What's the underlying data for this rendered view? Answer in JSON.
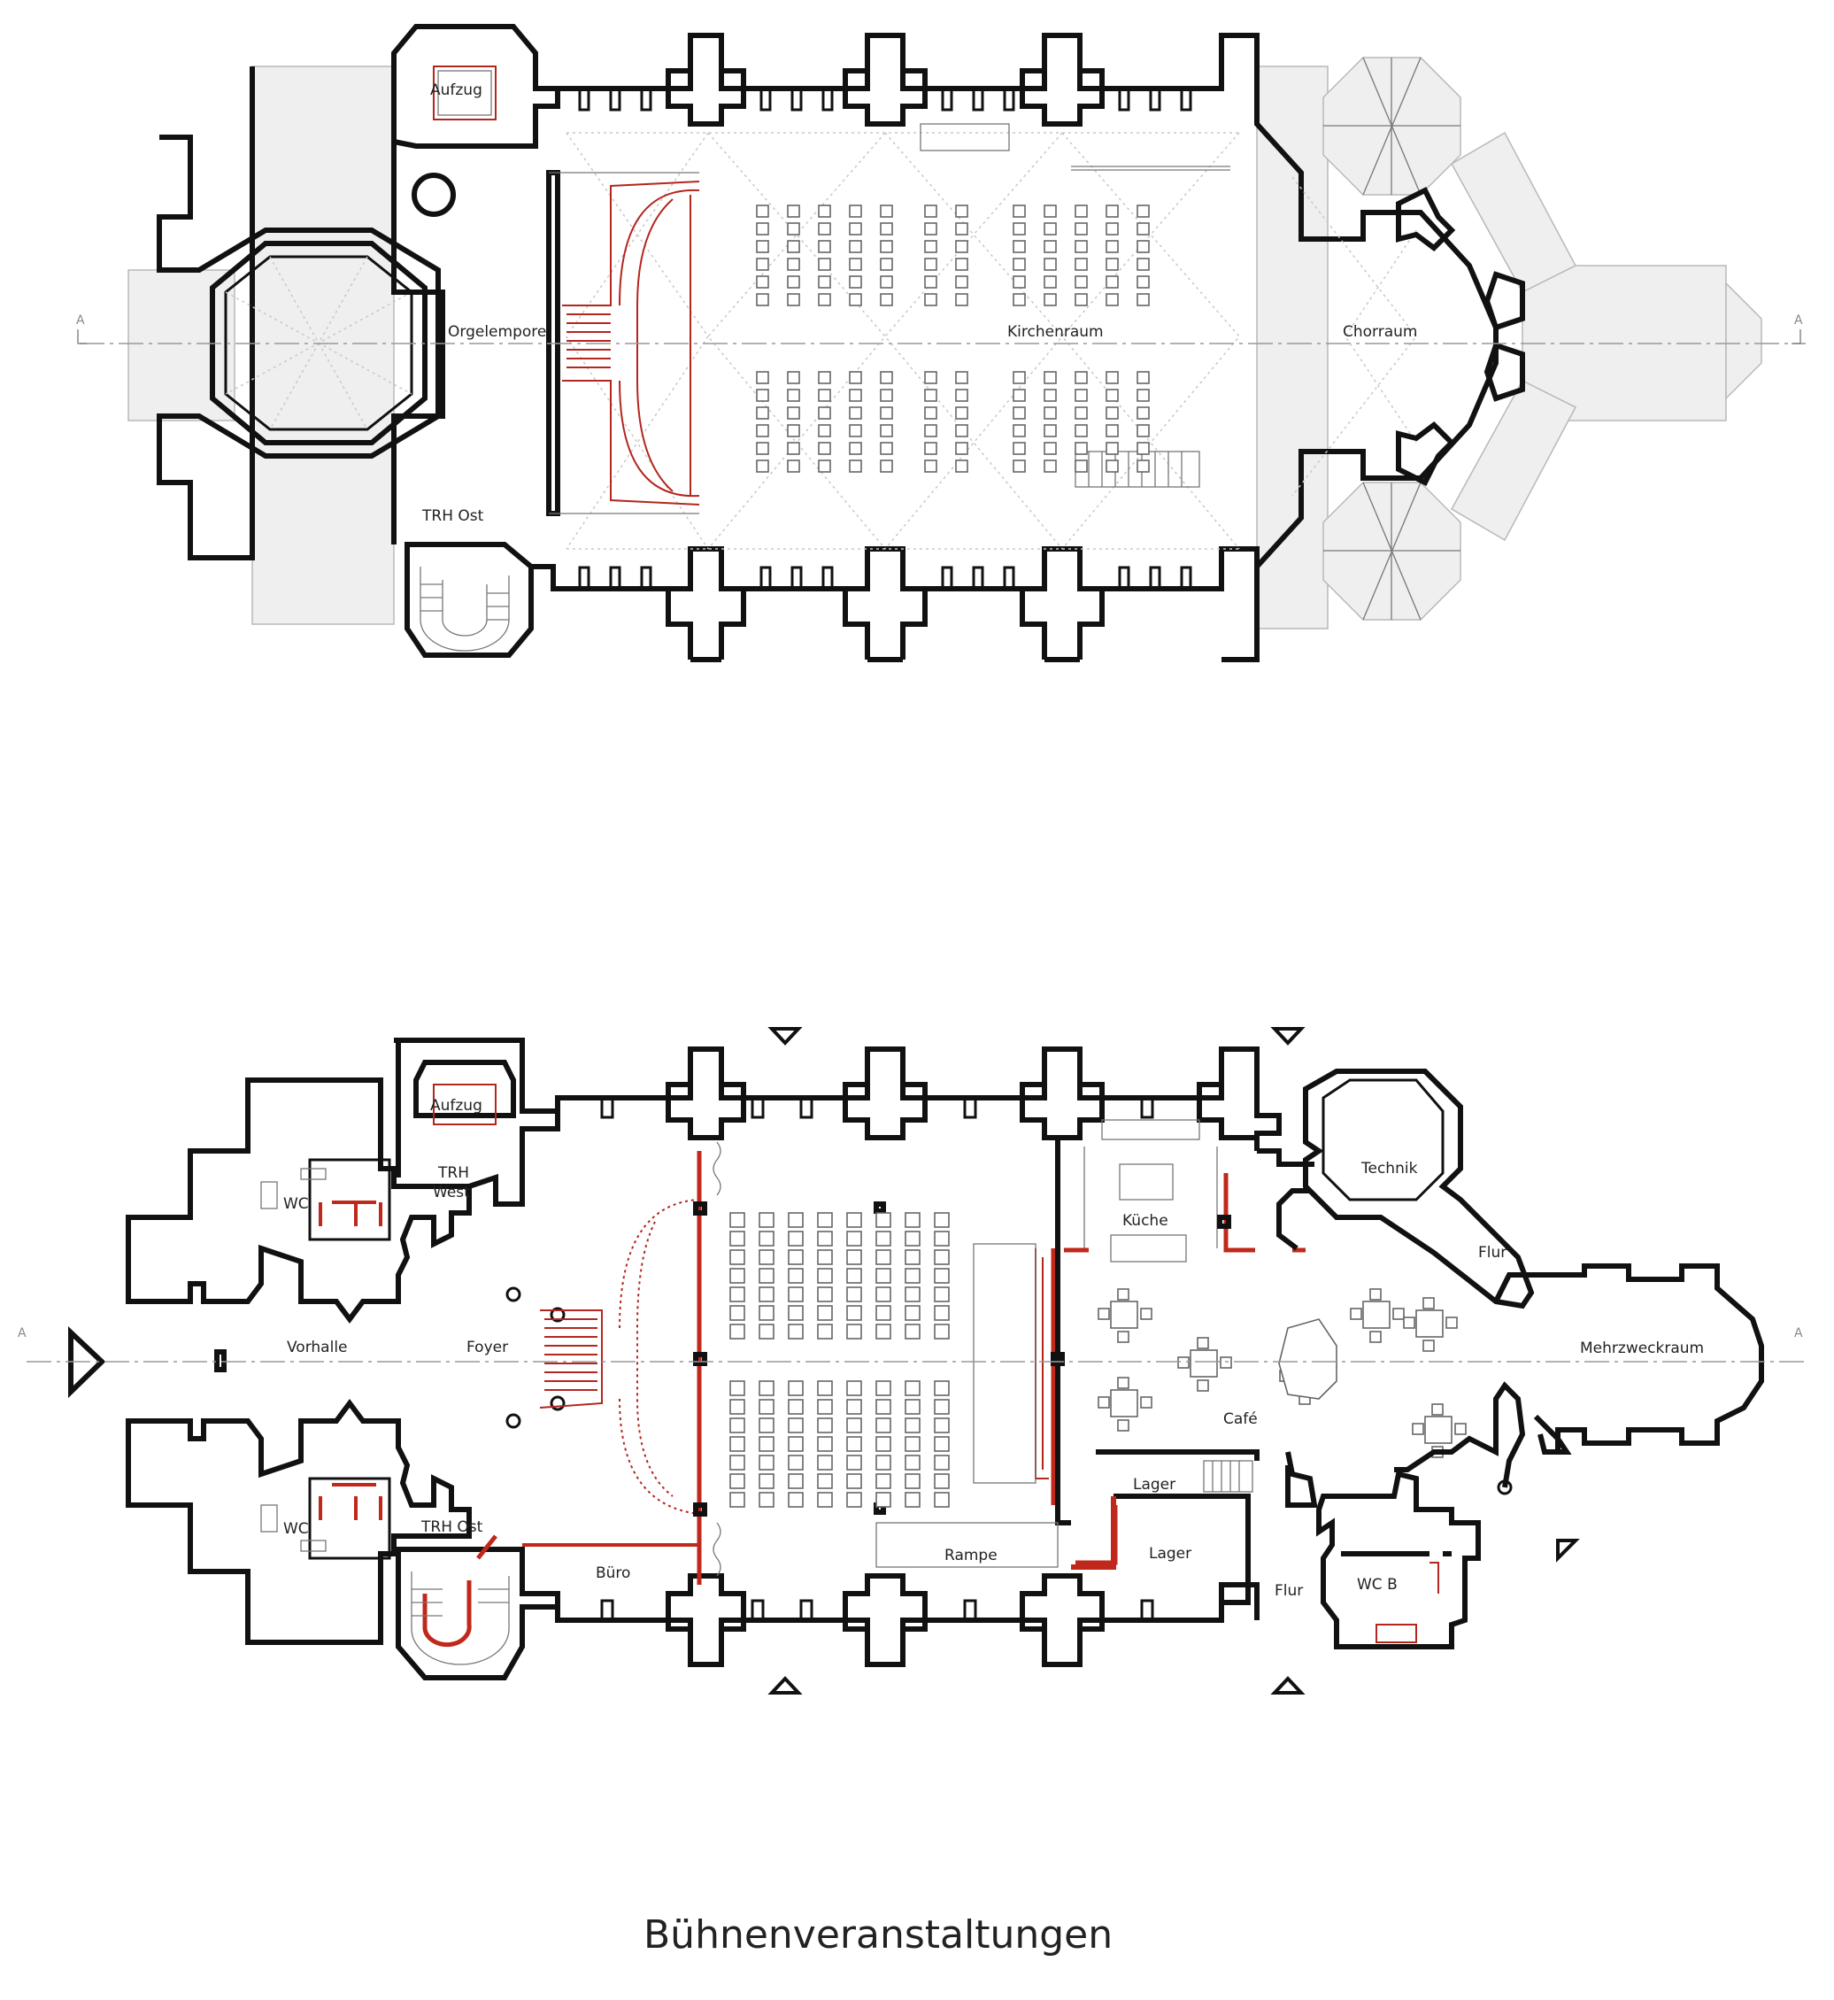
{
  "title": "Bühnenveranstaltungen",
  "section_marker": "A",
  "upper_plan": {
    "rooms": {
      "aufzug": "Aufzug",
      "orgelempore": "Orgelempore",
      "trh_ost": "TRH Ost",
      "kirchenraum": "Kirchenraum",
      "chorraum": "Chorraum"
    }
  },
  "lower_plan": {
    "rooms": {
      "aufzug": "Aufzug",
      "trh_west": "TRH West",
      "wc_top": "WC",
      "wc_bottom": "WC",
      "vorhalle": "Vorhalle",
      "foyer": "Foyer",
      "trh_ost": "TRH Ost",
      "buero": "Büro",
      "kueche": "Küche",
      "cafe": "Café",
      "lager_1": "Lager",
      "lager_2": "Lager",
      "rampe": "Rampe",
      "technik": "Technik",
      "flur_top": "Flur",
      "flur_bottom": "Flur",
      "wc_b": "WC B",
      "mehrzweckraum": "Mehrzweckraum"
    }
  },
  "colors": {
    "wall": "#111111",
    "accent": "#c0281c",
    "grey_fill": "#efefef",
    "dotted": "#c8c8c8"
  }
}
